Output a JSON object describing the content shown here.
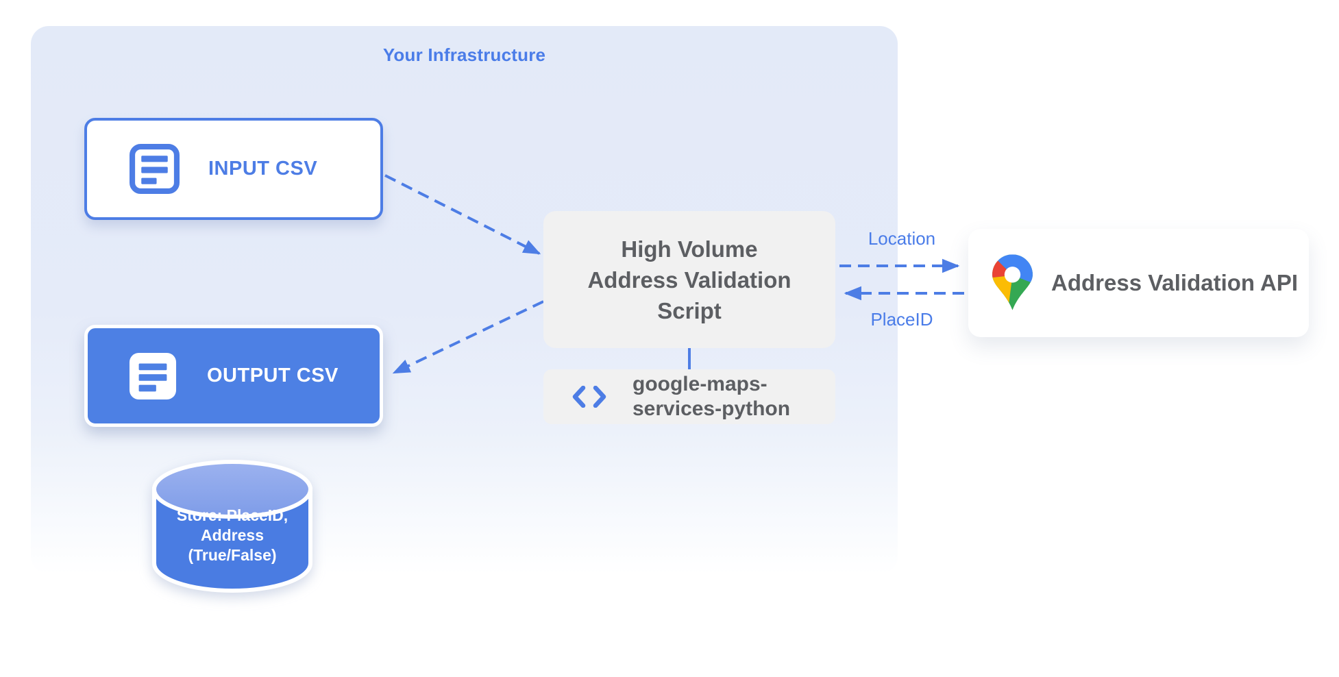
{
  "panel": {
    "title": "Your Infrastructure"
  },
  "colors": {
    "accent_blue": "#4d7de5",
    "fill_blue": "#4d80e4",
    "cylinder_body_blue": "#4a7ce2",
    "cylinder_top_blue": "#8fa9ea",
    "label_blue": "#4a7ce8",
    "box_gray": "#f1f1f1",
    "text_gray": "#5c5e62",
    "panel_lavender": "#e4eaf8",
    "pin_blue": "#4285F4",
    "pin_red": "#EA4335",
    "pin_yellow": "#FBBC04",
    "pin_green": "#34A853"
  },
  "nodes": {
    "input_csv": {
      "label": "INPUT CSV",
      "icon": "document-icon"
    },
    "output_csv": {
      "label": "OUTPUT CSV",
      "icon": "document-icon"
    },
    "datastore": {
      "icon": "database-cylinder-icon",
      "line1": "Store: PlaceID,",
      "line2": "Address",
      "line3": "(True/False)"
    },
    "script": {
      "line1": "High Volume",
      "line2": "Address Validation",
      "line3": "Script"
    },
    "library": {
      "icon": "code-icon",
      "line1": "google-maps-",
      "line2": "services-python"
    },
    "api": {
      "label": "Address Validation API",
      "icon": "google-maps-pin-icon"
    }
  },
  "edges": {
    "location_label": "Location",
    "placeid_label": "PlaceID"
  }
}
